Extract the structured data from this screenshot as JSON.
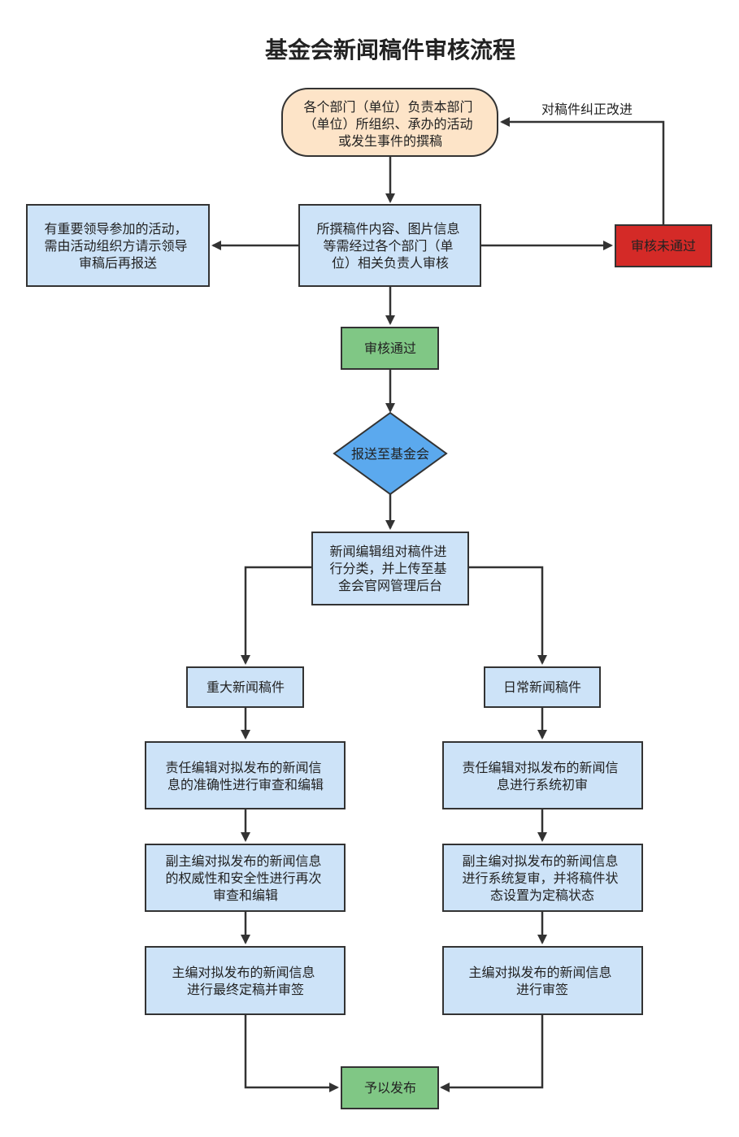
{
  "title": "基金会新闻稿件审核流程",
  "colors": {
    "start_fill": "#fde4c8",
    "process_fill": "#cde3f8",
    "pass_fill": "#80c785",
    "fail_fill": "#d42a27",
    "decision_fill": "#5ba9ee",
    "border": "#333333",
    "arrow": "#333333"
  },
  "nodes": {
    "start": {
      "lines": [
        "各个部门（单位）负责本部门",
        "（单位）所组织、承办的活动",
        "或发生事件的撰稿"
      ]
    },
    "dept_review": {
      "lines": [
        "所撰稿件内容、图片信息",
        "等需经过各个部门（单",
        "位）相关负责人审核"
      ]
    },
    "leader_review": {
      "lines": [
        "有重要领导参加的活动，",
        "需由活动组织方请示领导",
        "审稿后再报送"
      ]
    },
    "review_fail": {
      "lines": [
        "审核未通过"
      ]
    },
    "review_pass": {
      "lines": [
        "审核通过"
      ]
    },
    "submit_foundation": {
      "lines": [
        "报送至基金会"
      ]
    },
    "classify_upload": {
      "lines": [
        "新闻编辑组对稿件进",
        "行分类，并上传至基",
        "金会官网管理后台"
      ]
    },
    "major_news": {
      "lines": [
        "重大新闻稿件"
      ]
    },
    "daily_news": {
      "lines": [
        "日常新闻稿件"
      ]
    },
    "major_step1": {
      "lines": [
        "责任编辑对拟发布的新闻信",
        "息的准确性进行审查和编辑"
      ]
    },
    "major_step2": {
      "lines": [
        "副主编对拟发布的新闻信息",
        "的权威性和安全性进行再次",
        "审查和编辑"
      ]
    },
    "major_step3": {
      "lines": [
        "主编对拟发布的新闻信息",
        "进行最终定稿并审签"
      ]
    },
    "daily_step1": {
      "lines": [
        "责任编辑对拟发布的新闻信",
        "息进行系统初审"
      ]
    },
    "daily_step2": {
      "lines": [
        "副主编对拟发布的新闻信息",
        "进行系统复审，并将稿件状",
        "态设置为定稿状态"
      ]
    },
    "daily_step3": {
      "lines": [
        "主编对拟发布的新闻信息",
        "进行审签"
      ]
    },
    "publish": {
      "lines": [
        "予以发布"
      ]
    }
  },
  "edges": {
    "correction_label": "对稿件纠正改进"
  }
}
